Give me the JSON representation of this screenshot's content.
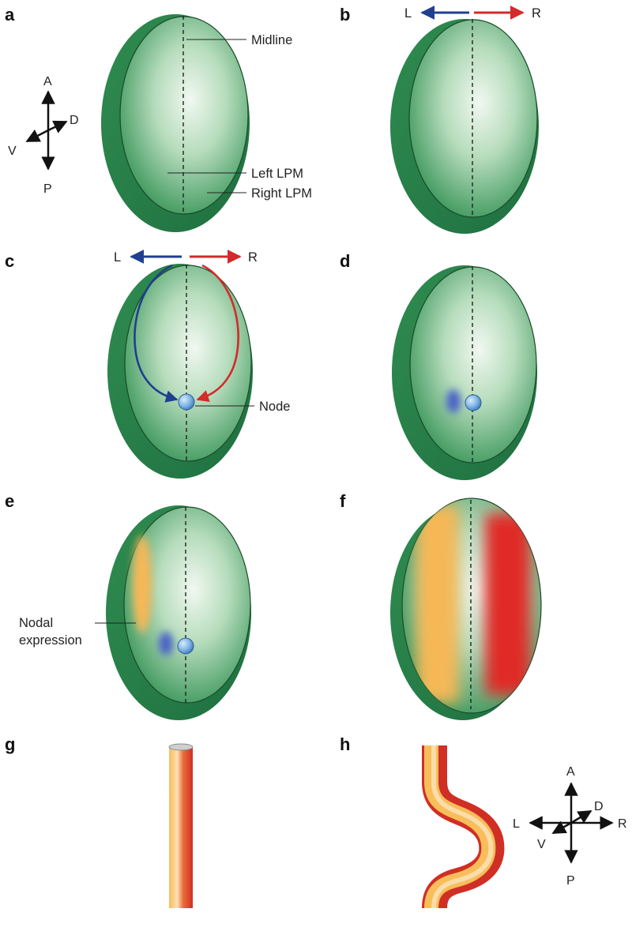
{
  "panels": {
    "a": {
      "letter": "a",
      "labels": {
        "midline": "Midline",
        "left_lpm": "Left LPM",
        "right_lpm": "Right LPM"
      },
      "axes": {
        "anterior": "A",
        "posterior": "P",
        "dorsal": "D",
        "ventral": "V"
      }
    },
    "b": {
      "letter": "b",
      "left": "L",
      "right": "R"
    },
    "c": {
      "letter": "c",
      "left": "L",
      "right": "R",
      "node_label": "Node"
    },
    "d": {
      "letter": "d"
    },
    "e": {
      "letter": "e",
      "nodal_line1": "Nodal",
      "nodal_line2": "expression"
    },
    "f": {
      "letter": "f"
    },
    "g": {
      "letter": "g"
    },
    "h": {
      "letter": "h",
      "axes": {
        "anterior": "A",
        "posterior": "P",
        "dorsal": "D",
        "ventral": "V",
        "left": "L",
        "right": "R"
      }
    }
  },
  "colors": {
    "embryo_dark": "#2e8a4e",
    "embryo_light": "#eef7ee",
    "left_arrow": "#1f3f8f",
    "right_arrow": "#d42a2a",
    "nodal_yellow": "#f6b857",
    "nodal_red": "#e02a25",
    "node_blue": "#7db4e6",
    "signal_blue": "#4a62c8"
  }
}
